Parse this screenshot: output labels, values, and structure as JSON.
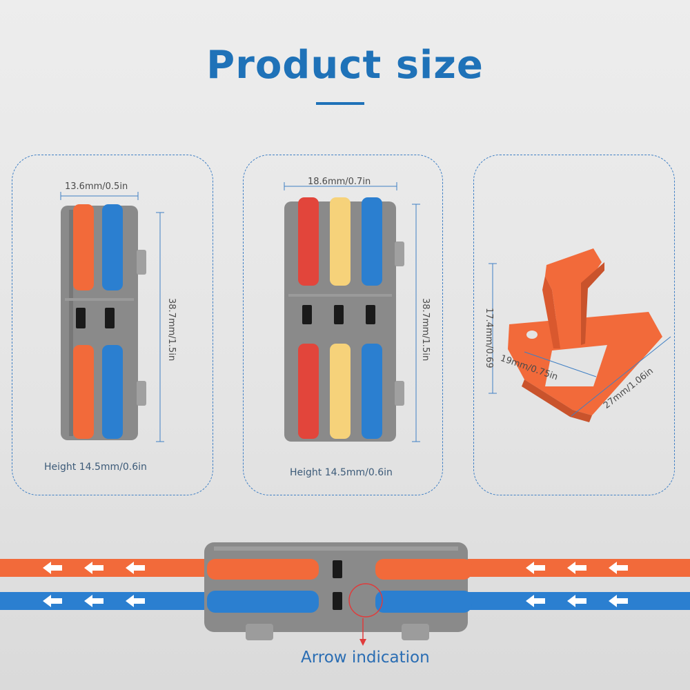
{
  "title": "Product size",
  "left_panel": {
    "width_label": "13.6mm/0.5in",
    "length_label": "38.7mm/1.5in",
    "height_label": "Height 14.5mm/0.6in"
  },
  "middle_panel": {
    "width_label": "18.6mm/0.7in",
    "length_label": "38.7mm/1.5in",
    "height_label": "Height 14.5mm/0.6in"
  },
  "right_panel": {
    "height_label": "17.4mm/0.69",
    "width_label": "19mm/0.75in",
    "length_label": "27mm/1.06in"
  },
  "bottom": {
    "caption": "Arrow indication"
  },
  "colors": {
    "accent_blue": "#1f72b8",
    "lever_orange": "#f26a3a",
    "lever_blue": "#2b7fd0",
    "lever_yellow": "#f6d27a",
    "lever_red": "#e2453b",
    "housing_gray": "#8a8a8a"
  }
}
